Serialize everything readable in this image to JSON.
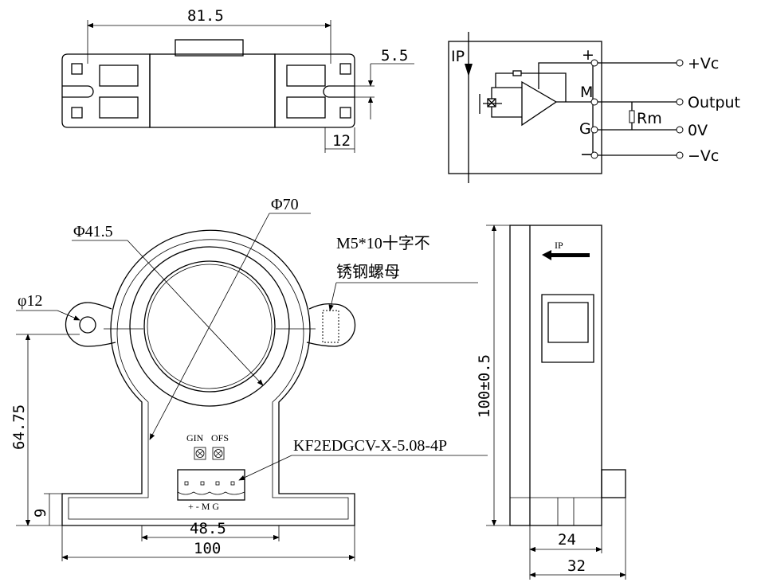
{
  "top_view": {
    "width_dim": "81.5",
    "slot_dim": "5.5",
    "tab_dim": "12"
  },
  "circuit": {
    "ip_label": "IP",
    "pins": [
      "+",
      "M",
      "G",
      "−"
    ],
    "resistor_label": "Rm",
    "outputs": [
      "+Vc",
      "Output",
      "0V",
      "−Vc"
    ]
  },
  "front_view": {
    "outer_dia": "Φ70",
    "inner_dia": "Φ41.5",
    "hole_dia": "φ12",
    "nut_note_line1": "M5*10十字不",
    "nut_note_line2": "锈钢螺母",
    "pot_labels": [
      "GIN",
      "OFS"
    ],
    "connector_part": "KF2EDGCV-X-5.08-4P",
    "connector_pins": "+ - M G",
    "height_dim": "64.75",
    "base_dim": "9",
    "body_width_dim": "48.5",
    "total_width_dim": "100"
  },
  "side_view": {
    "ip_label": "IP",
    "height_dim": "100±0.5",
    "width_dim_inner": "24",
    "width_dim_outer": "32"
  }
}
